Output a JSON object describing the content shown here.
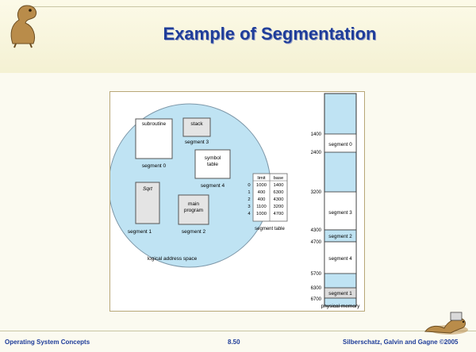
{
  "slide": {
    "title": "Example of Segmentation",
    "footer_left": "Operating System Concepts",
    "footer_center": "8.50",
    "footer_right": "Silberschatz, Galvin and Gagne ©2005"
  },
  "figure": {
    "logical": {
      "caption": "logical address space",
      "segments": [
        {
          "box_text": [
            "subroutine"
          ],
          "label": "segment 0"
        },
        {
          "box_text": [
            "Sqrt"
          ],
          "label": "segment 1"
        },
        {
          "box_text": [
            "main",
            "program"
          ],
          "label": "segment 2"
        },
        {
          "box_text": [
            "stack"
          ],
          "label": "segment 3"
        },
        {
          "box_text": [
            "symbol",
            "table"
          ],
          "label": "segment 4"
        }
      ]
    },
    "segment_table": {
      "caption": "segment table",
      "headers": [
        "limit",
        "base"
      ],
      "rows": [
        {
          "index": "0",
          "limit": "1000",
          "base": "1400"
        },
        {
          "index": "1",
          "limit": "400",
          "base": "6300"
        },
        {
          "index": "2",
          "limit": "400",
          "base": "4300"
        },
        {
          "index": "3",
          "limit": "1100",
          "base": "3200"
        },
        {
          "index": "4",
          "limit": "1000",
          "base": "4700"
        }
      ]
    },
    "physical": {
      "caption": "physical memory",
      "addresses": [
        "1400",
        "2400",
        "3200",
        "4300",
        "4700",
        "5700",
        "6300",
        "6700"
      ],
      "segments": [
        "segment 0",
        "segment 3",
        "segment 2",
        "segment 4",
        "segment 1"
      ]
    }
  },
  "colors": {
    "title": "#1f3d99",
    "logical_space_fill": "#bfe3f3",
    "memory_fill": "#bfe3f3",
    "figure_border": "#b8a778"
  }
}
